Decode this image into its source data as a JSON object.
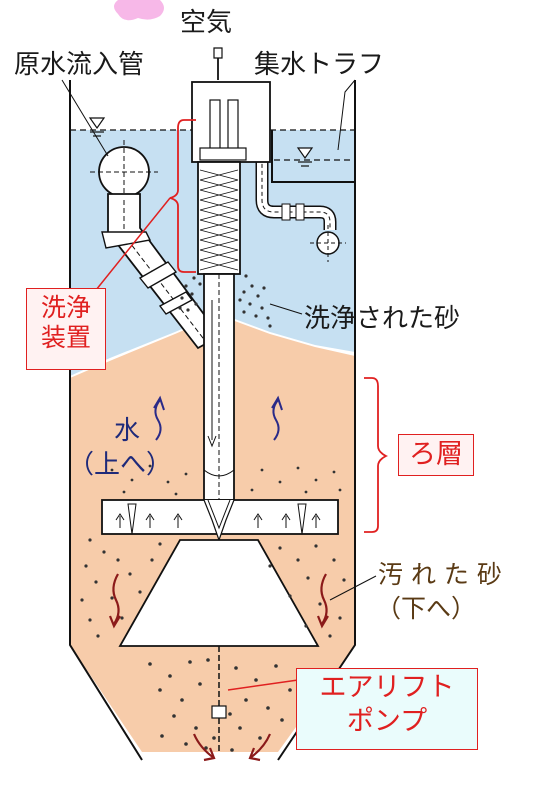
{
  "labels": {
    "air": "空気",
    "inlet_pipe": "原水流入管",
    "trough": "集水トラフ",
    "washed_sand": "洗浄された砂",
    "water_line1": "水",
    "water_line2": "（上へ）",
    "dirty_line1": "汚 れ た 砂",
    "dirty_line2": "（下へ）"
  },
  "callouts": {
    "washer_line1": "洗浄",
    "washer_line2": "装置",
    "filter_layer": "ろ層",
    "airlift_line1": "エアリフト",
    "airlift_line2": "ポンプ"
  },
  "colors": {
    "water": "#c6e0f2",
    "sand": "#f7ccaa",
    "callout_red": "#e02020",
    "water_label": "#1f2a7a",
    "dirty_label": "#5a3a14",
    "squiggle_blue": "#2a2a88",
    "squiggle_red": "#8b1a1a",
    "cloud": "#f7b8e8"
  }
}
